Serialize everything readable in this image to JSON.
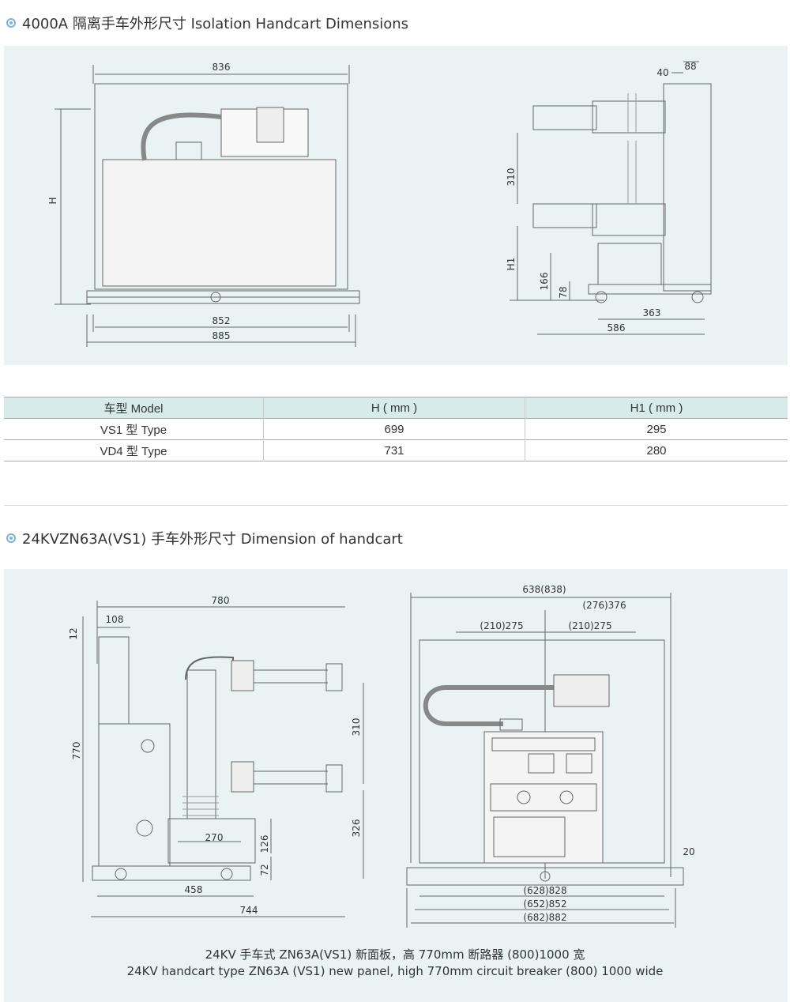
{
  "section1": {
    "title": "4000A 隔离手车外形尺寸 Isolation Handcart Dimensions",
    "front_labels": {
      "w836": "836",
      "h": "H",
      "w852": "852",
      "w885": "885"
    },
    "side_labels": {
      "d40": "40",
      "d88": "88",
      "d310": "310",
      "h1": "H1",
      "d166": "166",
      "d78": "78",
      "d363": "363",
      "d586": "586"
    }
  },
  "table": {
    "headers": [
      "车型 Model",
      "H ( mm )",
      "H1 ( mm )"
    ],
    "rows": [
      [
        "VS1 型 Type",
        "699",
        "295"
      ],
      [
        "VD4 型 Type",
        "731",
        "280"
      ]
    ]
  },
  "section2": {
    "title": "24KVZN63A(VS1) 手车外形尺寸 Dimension of handcart",
    "side_labels": {
      "d780": "780",
      "d108": "108",
      "d12": "12",
      "d770": "770",
      "d310": "310",
      "d326": "326",
      "d270": "270",
      "d126": "126",
      "d72": "72",
      "d458": "458",
      "d744": "744"
    },
    "front_labels": {
      "w638": "638(838)",
      "w376": "(276)376",
      "w275a": "(210)275",
      "w275b": "(210)275",
      "d20": "20",
      "w828": "(628)828",
      "w852": "(652)852",
      "w882": "(682)882"
    },
    "caption_cn": "24KV 手车式 ZN63A(VS1) 新面板，高 770mm 断路器 (800)1000 宽",
    "caption_en": "24KV handcart type ZN63A (VS1) new panel, high 770mm circuit breaker (800) 1000 wide"
  }
}
